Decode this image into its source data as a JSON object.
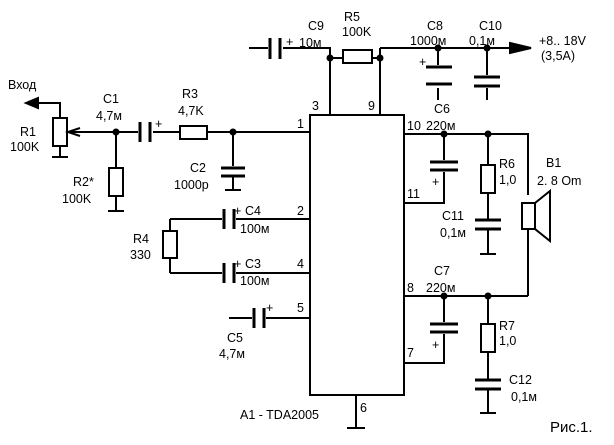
{
  "ic": {
    "label": "A1 - TDA2005",
    "pins": {
      "p1": "1",
      "p2": "2",
      "p3": "3",
      "p4": "4",
      "p5": "5",
      "p6": "6",
      "p7": "7",
      "p8": "8",
      "p9": "9",
      "p10": "10",
      "p11": "11"
    }
  },
  "input": {
    "label": "Вход"
  },
  "supply": {
    "voltage": "+8.. 18V",
    "current": "(3,5A)"
  },
  "speaker": {
    "ref": "B1",
    "value": "2.  8 Om"
  },
  "figure": {
    "caption": "Рис.1."
  },
  "components": {
    "R1": {
      "ref": "R1",
      "value": "100K"
    },
    "R2": {
      "ref": "R2*",
      "value": "100K"
    },
    "C1": {
      "ref": "C1",
      "value": "4,7м"
    },
    "R3": {
      "ref": "R3",
      "value": "4,7K"
    },
    "C2": {
      "ref": "C2",
      "value": "1000p"
    },
    "C9": {
      "ref": "C9",
      "value": "10м"
    },
    "R5": {
      "ref": "R5",
      "value": "100K"
    },
    "C8": {
      "ref": "C8",
      "value": "1000м"
    },
    "C10": {
      "ref": "C10",
      "value": "0,1м"
    },
    "C6": {
      "ref": "C6",
      "value": "220м"
    },
    "R6": {
      "ref": "R6",
      "value": "1,0"
    },
    "C11": {
      "ref": "C11",
      "value": "0,1м"
    },
    "R4": {
      "ref": "R4",
      "value": "330"
    },
    "C4": {
      "ref": "C4",
      "value": "100м"
    },
    "C3": {
      "ref": "C3",
      "value": "100м"
    },
    "C5": {
      "ref": "C5",
      "value": "4,7м"
    },
    "C7": {
      "ref": "C7",
      "value": "220м"
    },
    "R7": {
      "ref": "R7",
      "value": "1,0"
    },
    "C12": {
      "ref": "C12",
      "value": "0,1м"
    }
  },
  "polarity": {
    "plus": "+"
  }
}
